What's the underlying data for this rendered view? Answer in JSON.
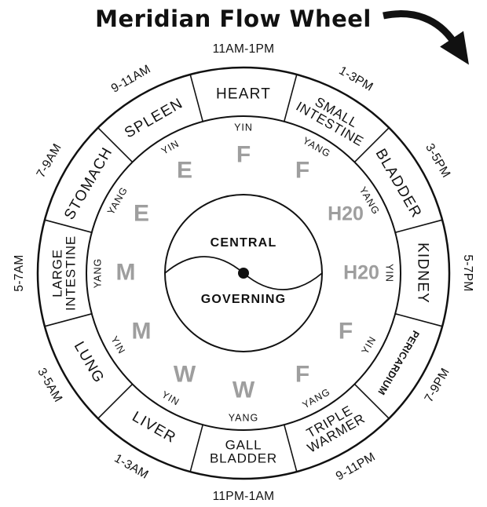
{
  "title": "Meridian Flow Wheel",
  "center": {
    "label_top": "CENTRAL",
    "label_bottom": "GOVERNING"
  },
  "colors": {
    "ink": "#111111",
    "element_gray": "#9e9e9e",
    "background": "#ffffff"
  },
  "icons": {
    "flow_arrow": "curved-arrow-clockwise"
  },
  "wheel": {
    "direction": "clockwise",
    "segments": [
      {
        "name": "HEART",
        "lines": [
          "HEART"
        ],
        "time": "11AM-1PM",
        "polarity": "YIN",
        "element": "F"
      },
      {
        "name": "SMALL INTESTINE",
        "lines": [
          "SMALL",
          "INTESTINE"
        ],
        "time": "1-3PM",
        "polarity": "YANG",
        "element": "F"
      },
      {
        "name": "BLADDER",
        "lines": [
          "BLADDER"
        ],
        "time": "3-5PM",
        "polarity": "YANG",
        "element": "H20"
      },
      {
        "name": "KIDNEY",
        "lines": [
          "KIDNEY"
        ],
        "time": "5-7PM",
        "polarity": "YIN",
        "element": "H20"
      },
      {
        "name": "PERICARDIUM",
        "lines": [
          "PERICARDIUM"
        ],
        "time": "7-9PM",
        "polarity": "YIN",
        "element": "F"
      },
      {
        "name": "TRIPLE WARMER",
        "lines": [
          "TRIPLE",
          "WARMER"
        ],
        "time": "9-11PM",
        "polarity": "YANG",
        "element": "F"
      },
      {
        "name": "GALL BLADDER",
        "lines": [
          "GALL",
          "BLADDER"
        ],
        "time": "11PM-1AM",
        "polarity": "YANG",
        "element": "W"
      },
      {
        "name": "LIVER",
        "lines": [
          "LIVER"
        ],
        "time": "1-3AM",
        "polarity": "YIN",
        "element": "W"
      },
      {
        "name": "LUNG",
        "lines": [
          "LUNG"
        ],
        "time": "3-5AM",
        "polarity": "YIN",
        "element": "M"
      },
      {
        "name": "LARGE INTESTINE",
        "lines": [
          "LARGE",
          "INTESTINE"
        ],
        "time": "5-7AM",
        "polarity": "YANG",
        "element": "M"
      },
      {
        "name": "STOMACH",
        "lines": [
          "STOMACH"
        ],
        "time": "7-9AM",
        "polarity": "YANG",
        "element": "E"
      },
      {
        "name": "SPLEEN",
        "lines": [
          "SPLEEN"
        ],
        "time": "9-11AM",
        "polarity": "YIN",
        "element": "E"
      }
    ]
  }
}
